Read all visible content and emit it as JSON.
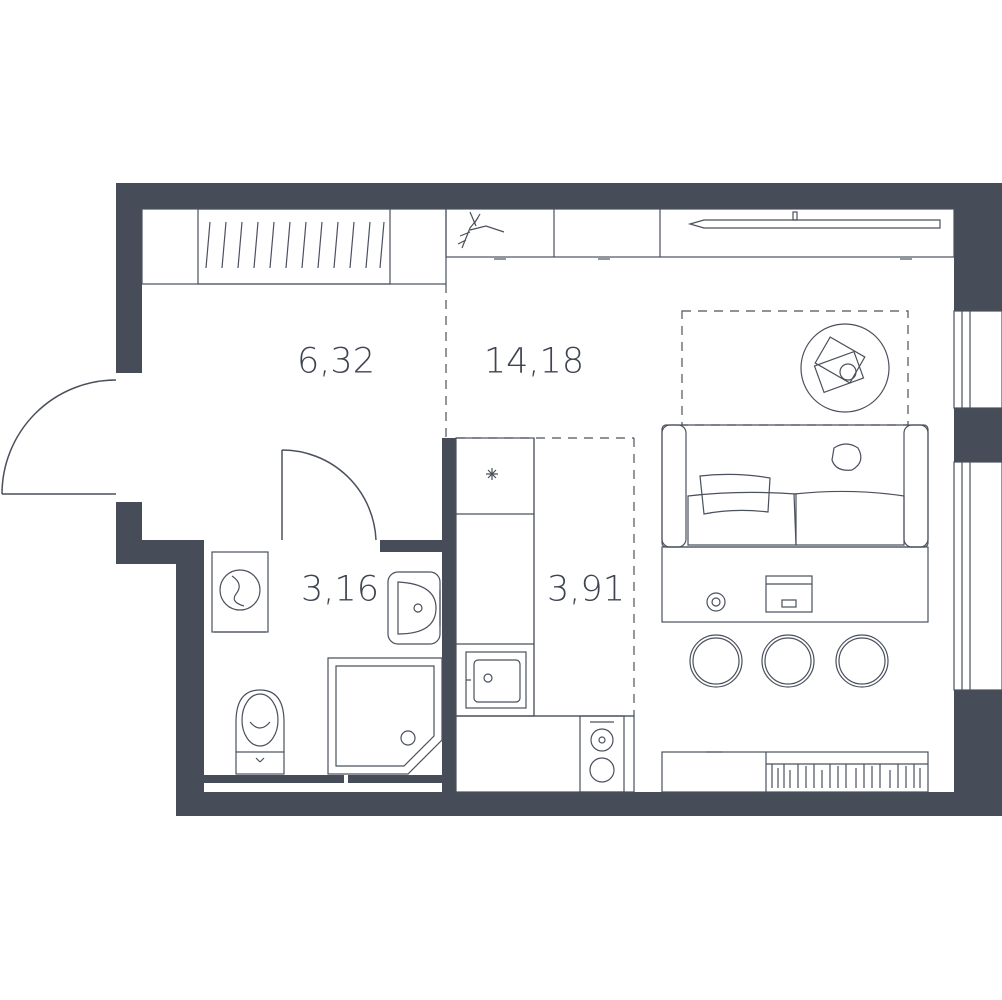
{
  "colors": {
    "wall": "#464c58",
    "line": "#4a505c",
    "text": "#3e4451",
    "background": "#ffffff"
  },
  "rooms": [
    {
      "id": "hallway",
      "area": "6,32"
    },
    {
      "id": "living-room",
      "area": "14,18"
    },
    {
      "id": "bathroom",
      "area": "3,16"
    },
    {
      "id": "kitchen",
      "area": "3,91"
    }
  ],
  "icons": [
    "door-swing-icon",
    "wardrobe-icon",
    "washing-machine-icon",
    "sink-icon",
    "toilet-icon",
    "shower-icon",
    "kitchen-sink-icon",
    "cooktop-icon",
    "sofa-icon",
    "coffee-table-icon",
    "stool-icon",
    "laptop-icon",
    "tv-icon",
    "bookshelf-icon",
    "window-icon"
  ]
}
